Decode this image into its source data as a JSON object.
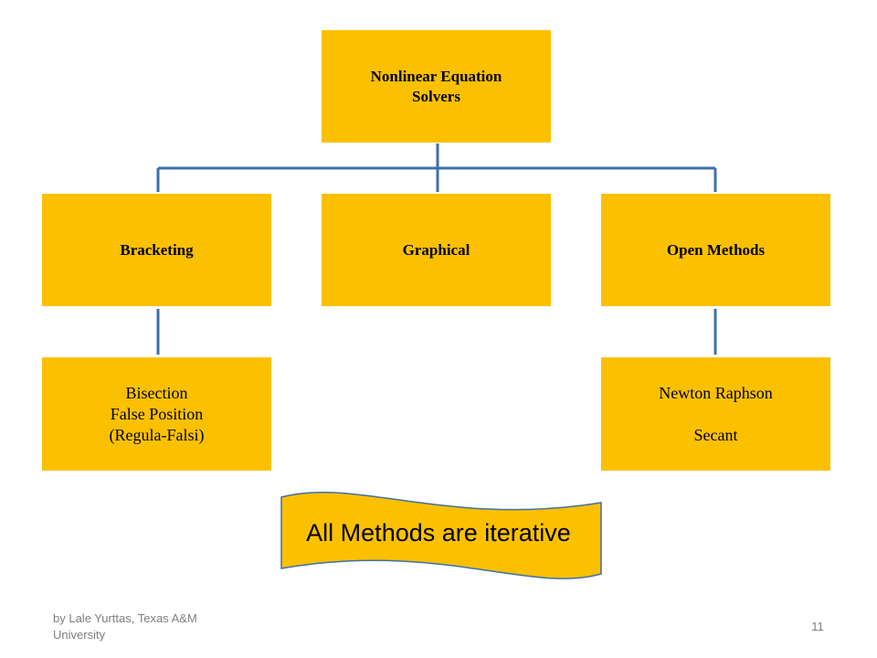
{
  "diagram": {
    "root": {
      "line1": "Nonlinear Equation",
      "line2": "Solvers"
    },
    "categories": {
      "bracketing": "Bracketing",
      "graphical": "Graphical",
      "open_methods": "Open Methods"
    },
    "bracketing_methods": [
      "Bisection",
      "False Position",
      "(Regula-Falsi)"
    ],
    "open_methods_list": [
      "Newton Raphson",
      "Secant"
    ],
    "colors": {
      "box_fill": "#fbc100",
      "connector": "#3f6fa8",
      "banner_outline": "#3f6fa8"
    }
  },
  "banner": {
    "text": "All Methods are iterative"
  },
  "footer": {
    "credit": "by Lale Yurttas, Texas A&M University",
    "page_number": "11"
  }
}
